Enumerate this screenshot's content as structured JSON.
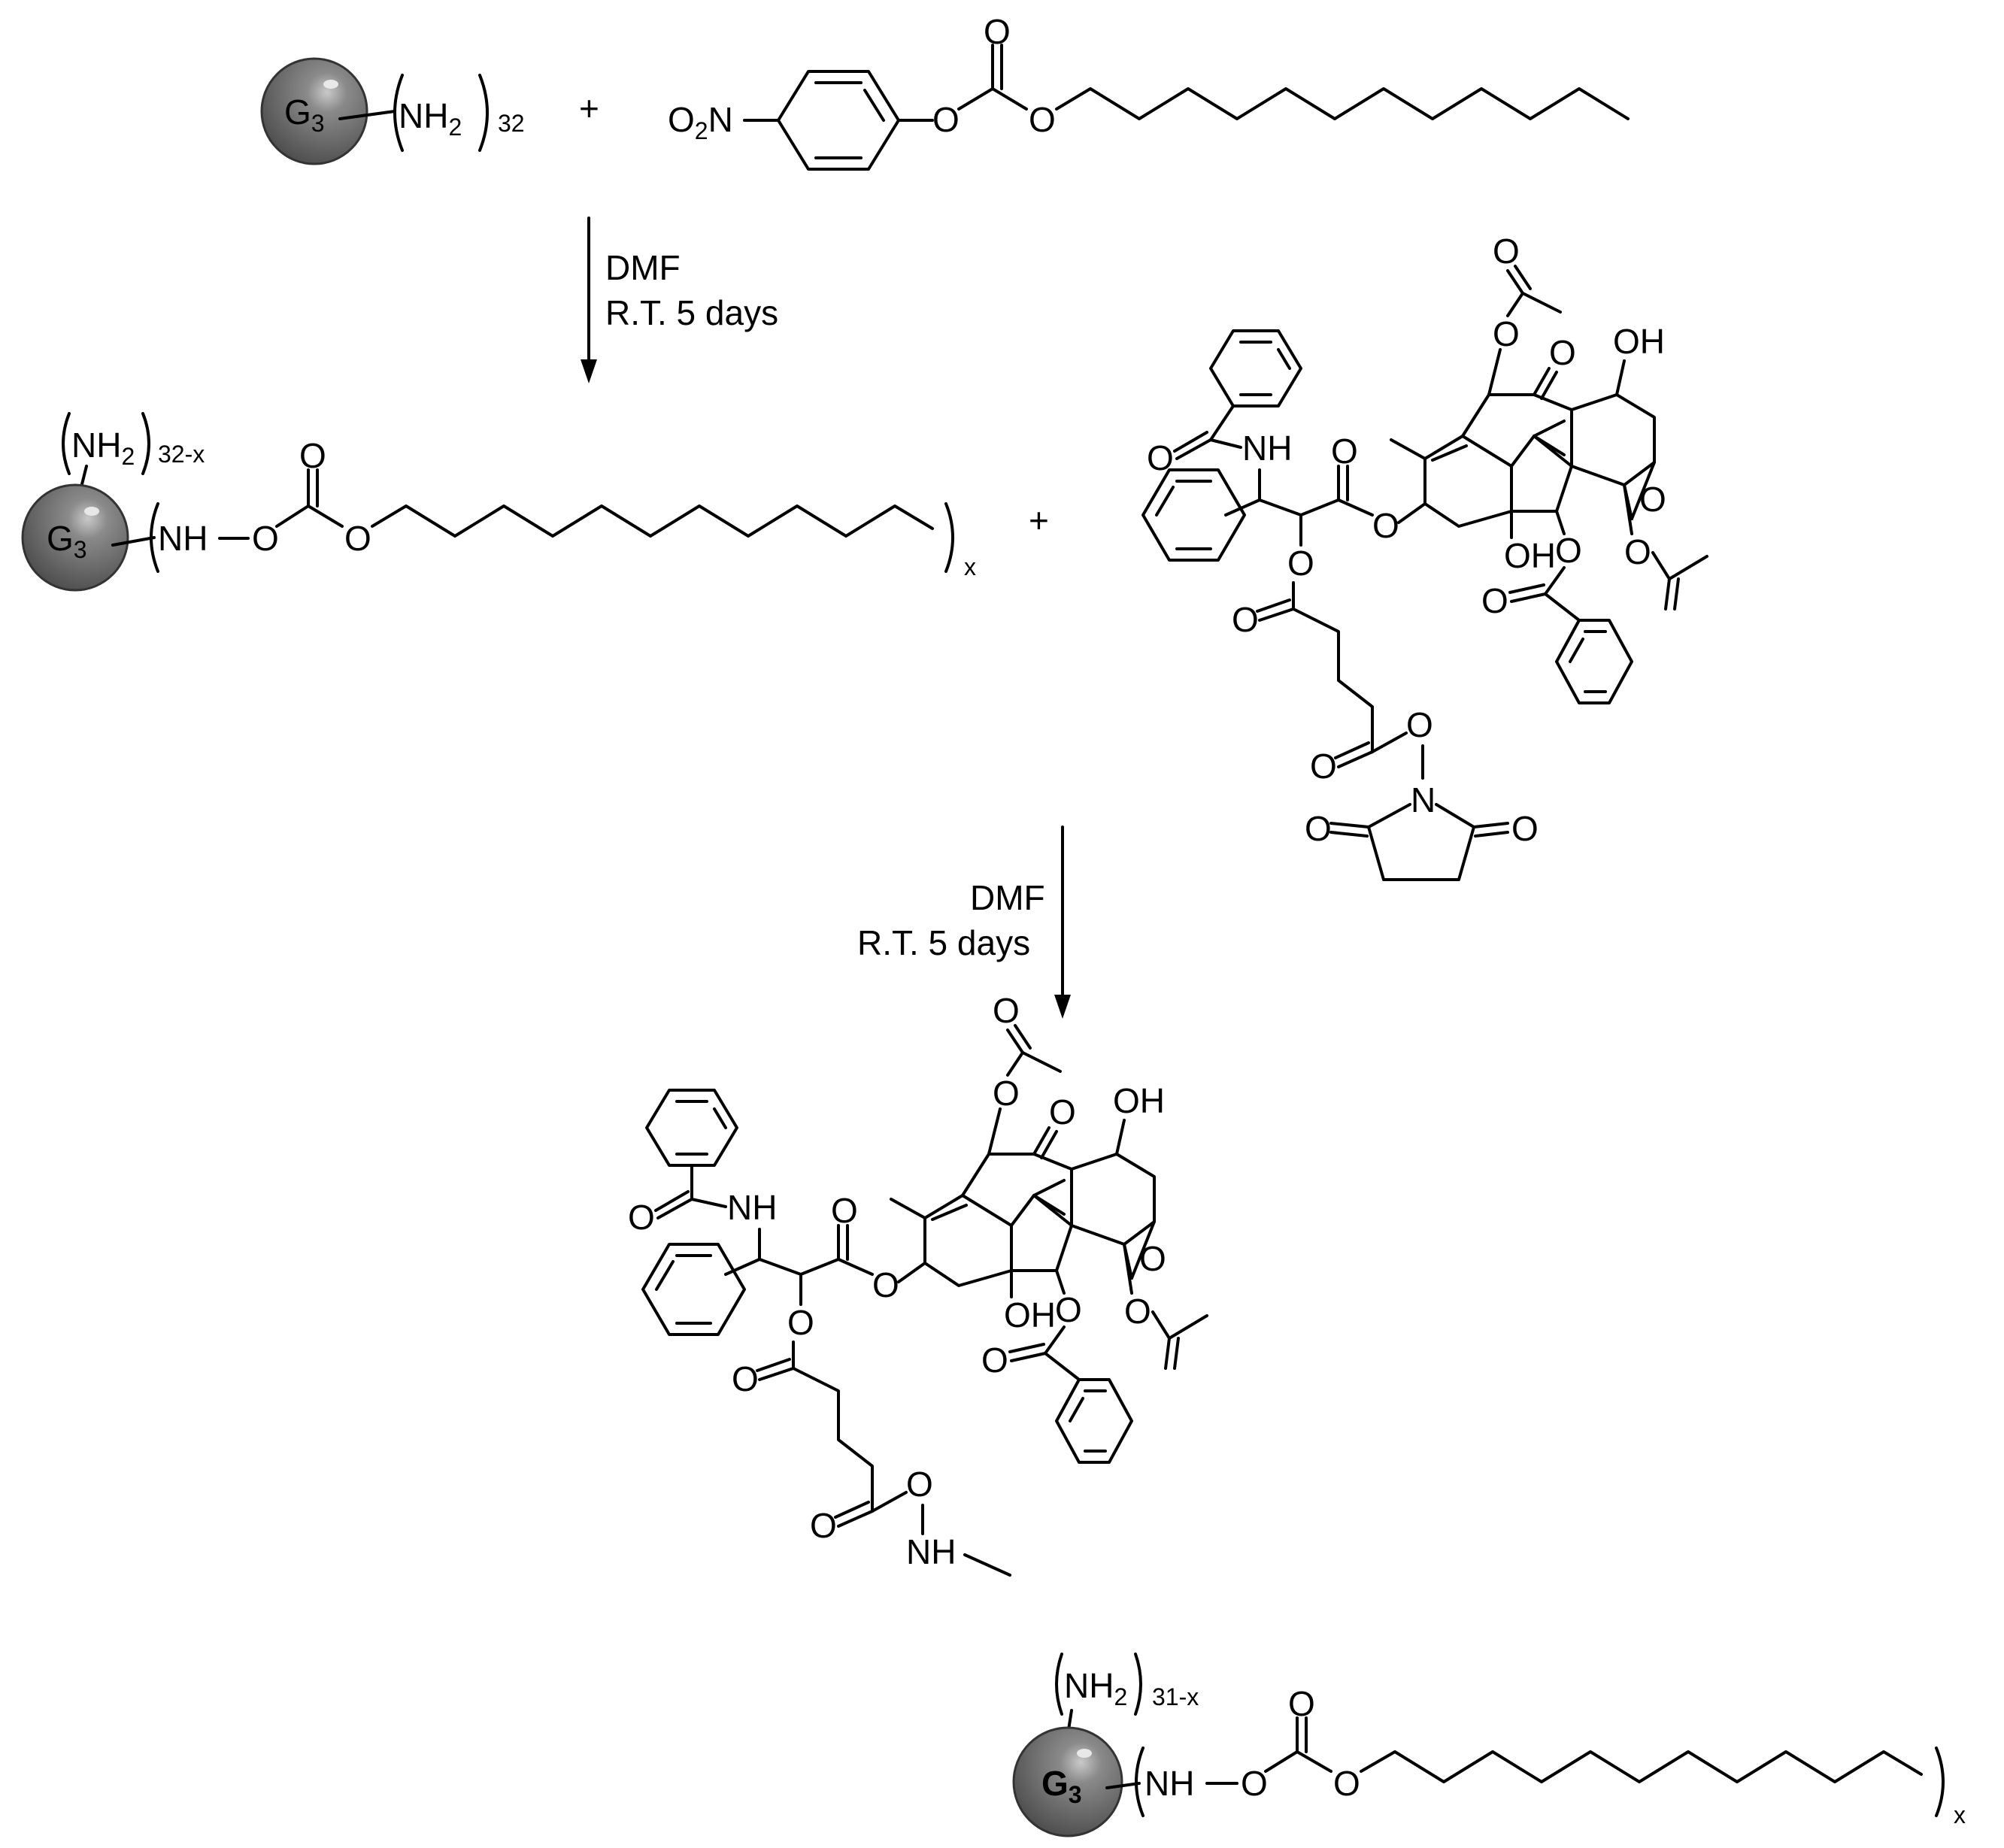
{
  "reaction1": {
    "dendrimer": {
      "core": "G",
      "core_sub": "3",
      "group": "NH",
      "group_sub": "2",
      "count": "32"
    },
    "plus": "+",
    "reagent": {
      "nitro": "O",
      "nitro_sub": "2",
      "nitro_n": "N",
      "oxy": "O",
      "carbonyl": "O",
      "ester_o": "O"
    },
    "conditions": {
      "solvent": "DMF",
      "time": "R.T. 5 days"
    }
  },
  "intermediate": {
    "core": "G",
    "core_sub": "3",
    "free_group": "NH",
    "free_group_sub": "2",
    "free_count": "32-x",
    "link_nh": "NH",
    "o1": "O",
    "carbonyl": "O",
    "o2": "O",
    "repeat": "x"
  },
  "reaction2": {
    "plus": "+",
    "conditions": {
      "solvent": "DMF",
      "time": "R.T. 5 days"
    }
  },
  "paclitaxel_reagent": {
    "nh": "NH",
    "oh_top": "OH",
    "oh_bottom": "OH",
    "ketone": "O",
    "epoxide_o": "O",
    "n_imide": "N",
    "oxygens": [
      "O",
      "O",
      "O",
      "O",
      "O",
      "O",
      "O",
      "O",
      "O",
      "O",
      "O",
      "O",
      "O",
      "O"
    ]
  },
  "product": {
    "nh": "NH",
    "oh_top": "OH",
    "oh_bottom": "OH",
    "link_nh": "NH",
    "link_o": "O",
    "core": "G",
    "core_sub": "3",
    "free_group": "NH",
    "free_group_sub": "2",
    "free_count": "31-x",
    "chain_nh": "NH",
    "o1": "O",
    "carbonyl": "O",
    "o2": "O",
    "repeat": "x"
  },
  "colors": {
    "sphere": "#6b6b6b",
    "sphere_edge": "#3a3a3a",
    "line": "#000000"
  }
}
